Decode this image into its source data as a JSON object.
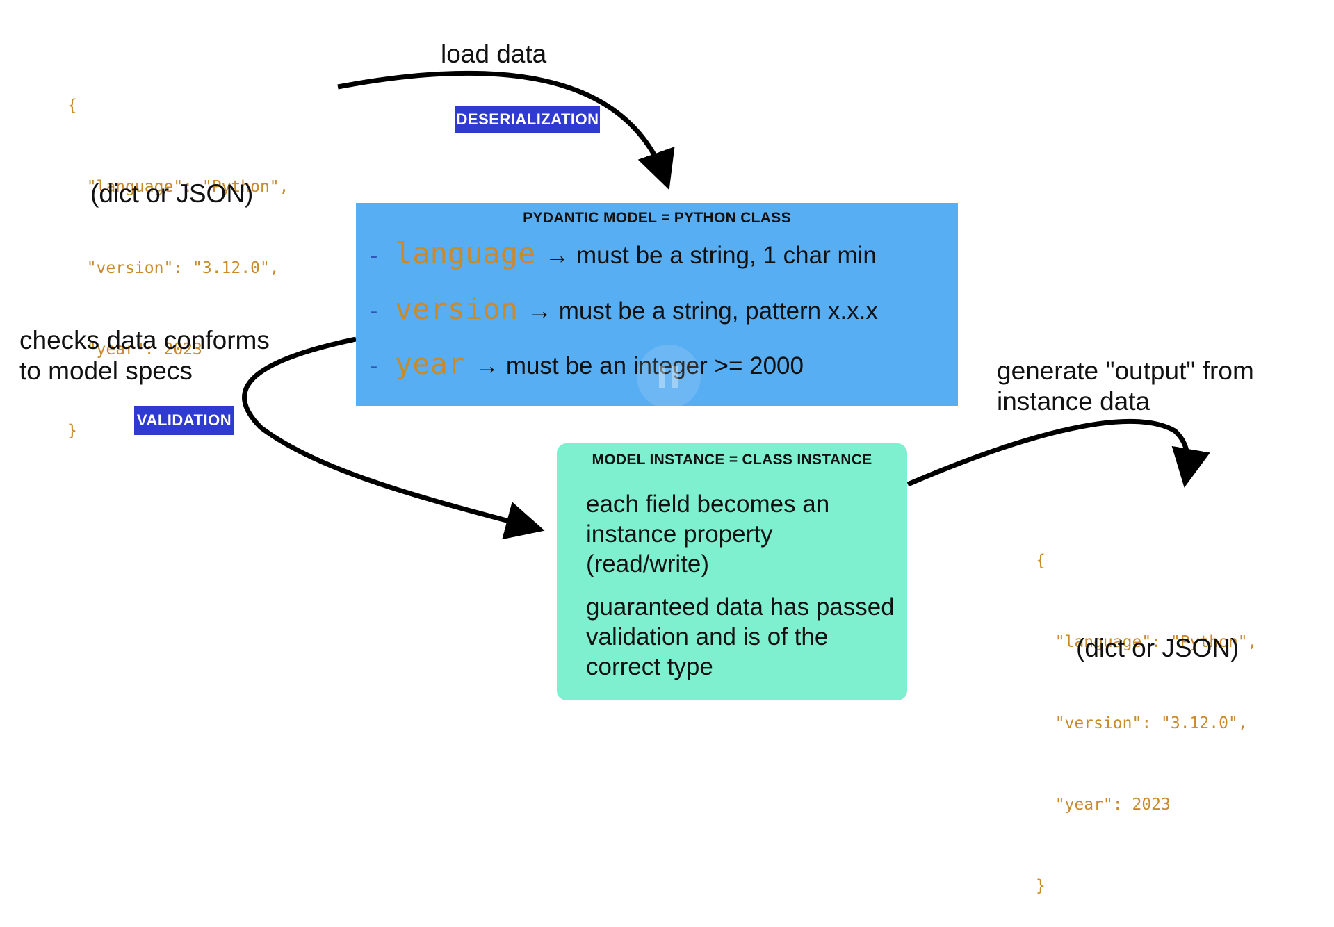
{
  "input": {
    "code_lines": [
      "{",
      "  \"language\": \"Python\",",
      "  \"version\": \"3.12.0\",",
      "  \"year\": 2023",
      "}"
    ],
    "caption": "(dict or JSON)"
  },
  "output": {
    "code_lines": [
      "{",
      "  \"language\": \"Python\",",
      "  \"version\": \"3.12.0\",",
      "  \"year\": 2023",
      "}"
    ],
    "caption": "(dict or JSON)"
  },
  "arrows": {
    "load_label": "load data",
    "deserialization_badge": "DESERIALIZATION",
    "validation_label_line1": "checks data conforms",
    "validation_label_line2": "to model specs",
    "validation_badge": "VALIDATION",
    "output_label_line1": "generate \"output\" from",
    "output_label_line2": "instance data"
  },
  "model": {
    "title": "PYDANTIC MODEL = PYTHON CLASS",
    "fields": [
      {
        "dash": "-",
        "name": "language",
        "rule": "→ must be a string, 1 char min"
      },
      {
        "dash": "-",
        "name": "version",
        "rule": "→ must be a string, pattern x.x.x"
      },
      {
        "dash": "-",
        "name": "year",
        "rule": "→ must be an integer >= 2000"
      }
    ]
  },
  "instance": {
    "title": "MODEL INSTANCE = CLASS INSTANCE",
    "paragraph1": "each field becomes an instance property (read/write)",
    "paragraph2": "guaranteed data has passed validation and is of the correct type"
  },
  "colors": {
    "model_box": "#58aef3",
    "instance_box": "#7ff0cf",
    "badge": "#2f3ad1",
    "code": "#c98a2b"
  }
}
